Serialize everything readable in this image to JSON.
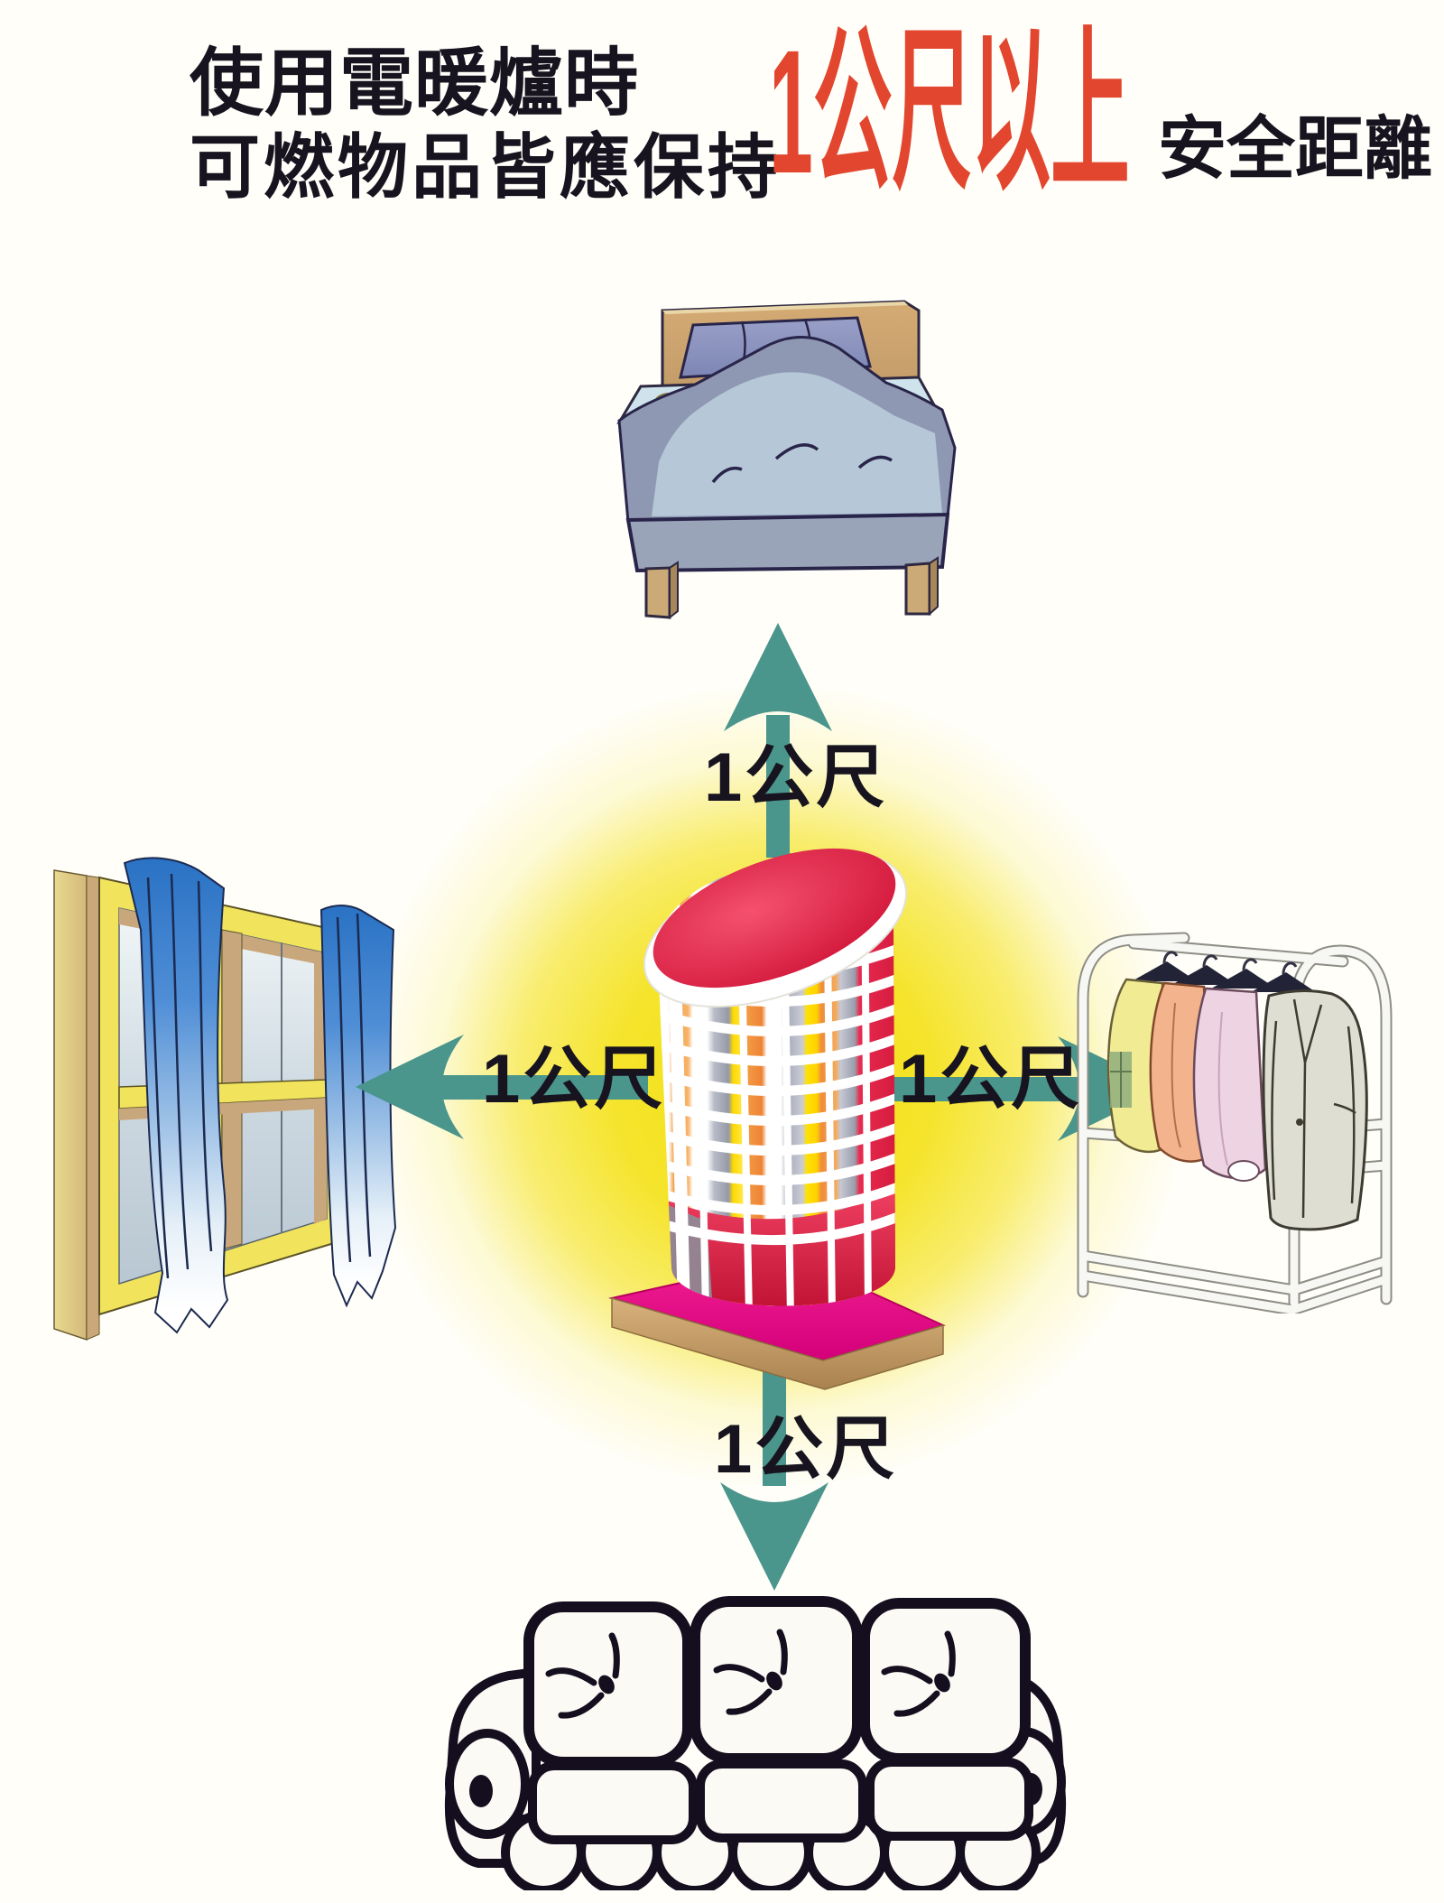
{
  "title": {
    "line1": "使用電暖爐時",
    "line2": "可燃物品皆應保持",
    "highlight": "1公尺以上",
    "suffix": "安全距離"
  },
  "distance_labels": {
    "top": "1公尺",
    "left": "1公尺",
    "right": "1公尺",
    "bottom": "1公尺"
  },
  "scene": {
    "center": "electric-heater",
    "top": "bed",
    "left": "window-with-curtains",
    "right": "clothes-rack",
    "bottom": "sofa"
  },
  "colors": {
    "accent_red": "#e2462e",
    "ink": "#17141f",
    "arrow_teal": "#4a958c",
    "glow_yellow": "#f4e11c",
    "heater_red": "#e0173d",
    "base_magenta": "#e80b7e",
    "base_tan": "#c7a06b",
    "curtain_blue": "#2d78c8",
    "frame_yellow": "#f1e45c"
  }
}
